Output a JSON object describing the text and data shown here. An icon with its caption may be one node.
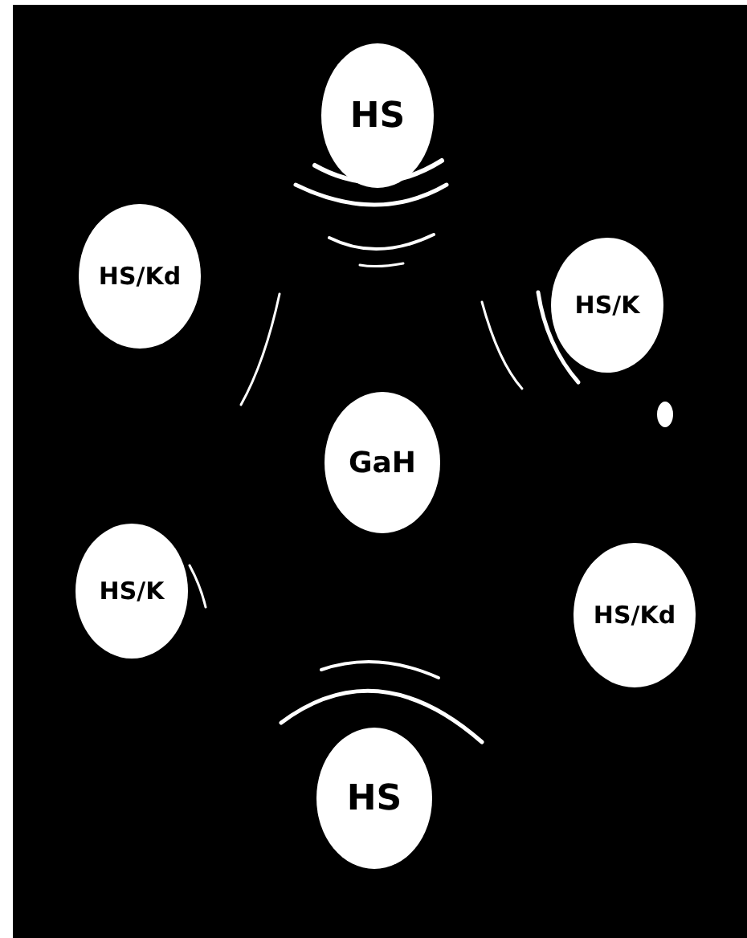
{
  "diagram": {
    "nodes": [
      {
        "text": [
          "HS"
        ]
      },
      {
        "text": [
          "HS/Kd"
        ]
      },
      {
        "text": [
          "HS/K"
        ]
      },
      {
        "text": [
          "GaH"
        ]
      },
      {
        "text": [
          "HS/K"
        ]
      },
      {
        "text": [
          "HS/Kd"
        ]
      },
      {
        "text": [
          "HS"
        ]
      }
    ],
    "edges": []
  }
}
